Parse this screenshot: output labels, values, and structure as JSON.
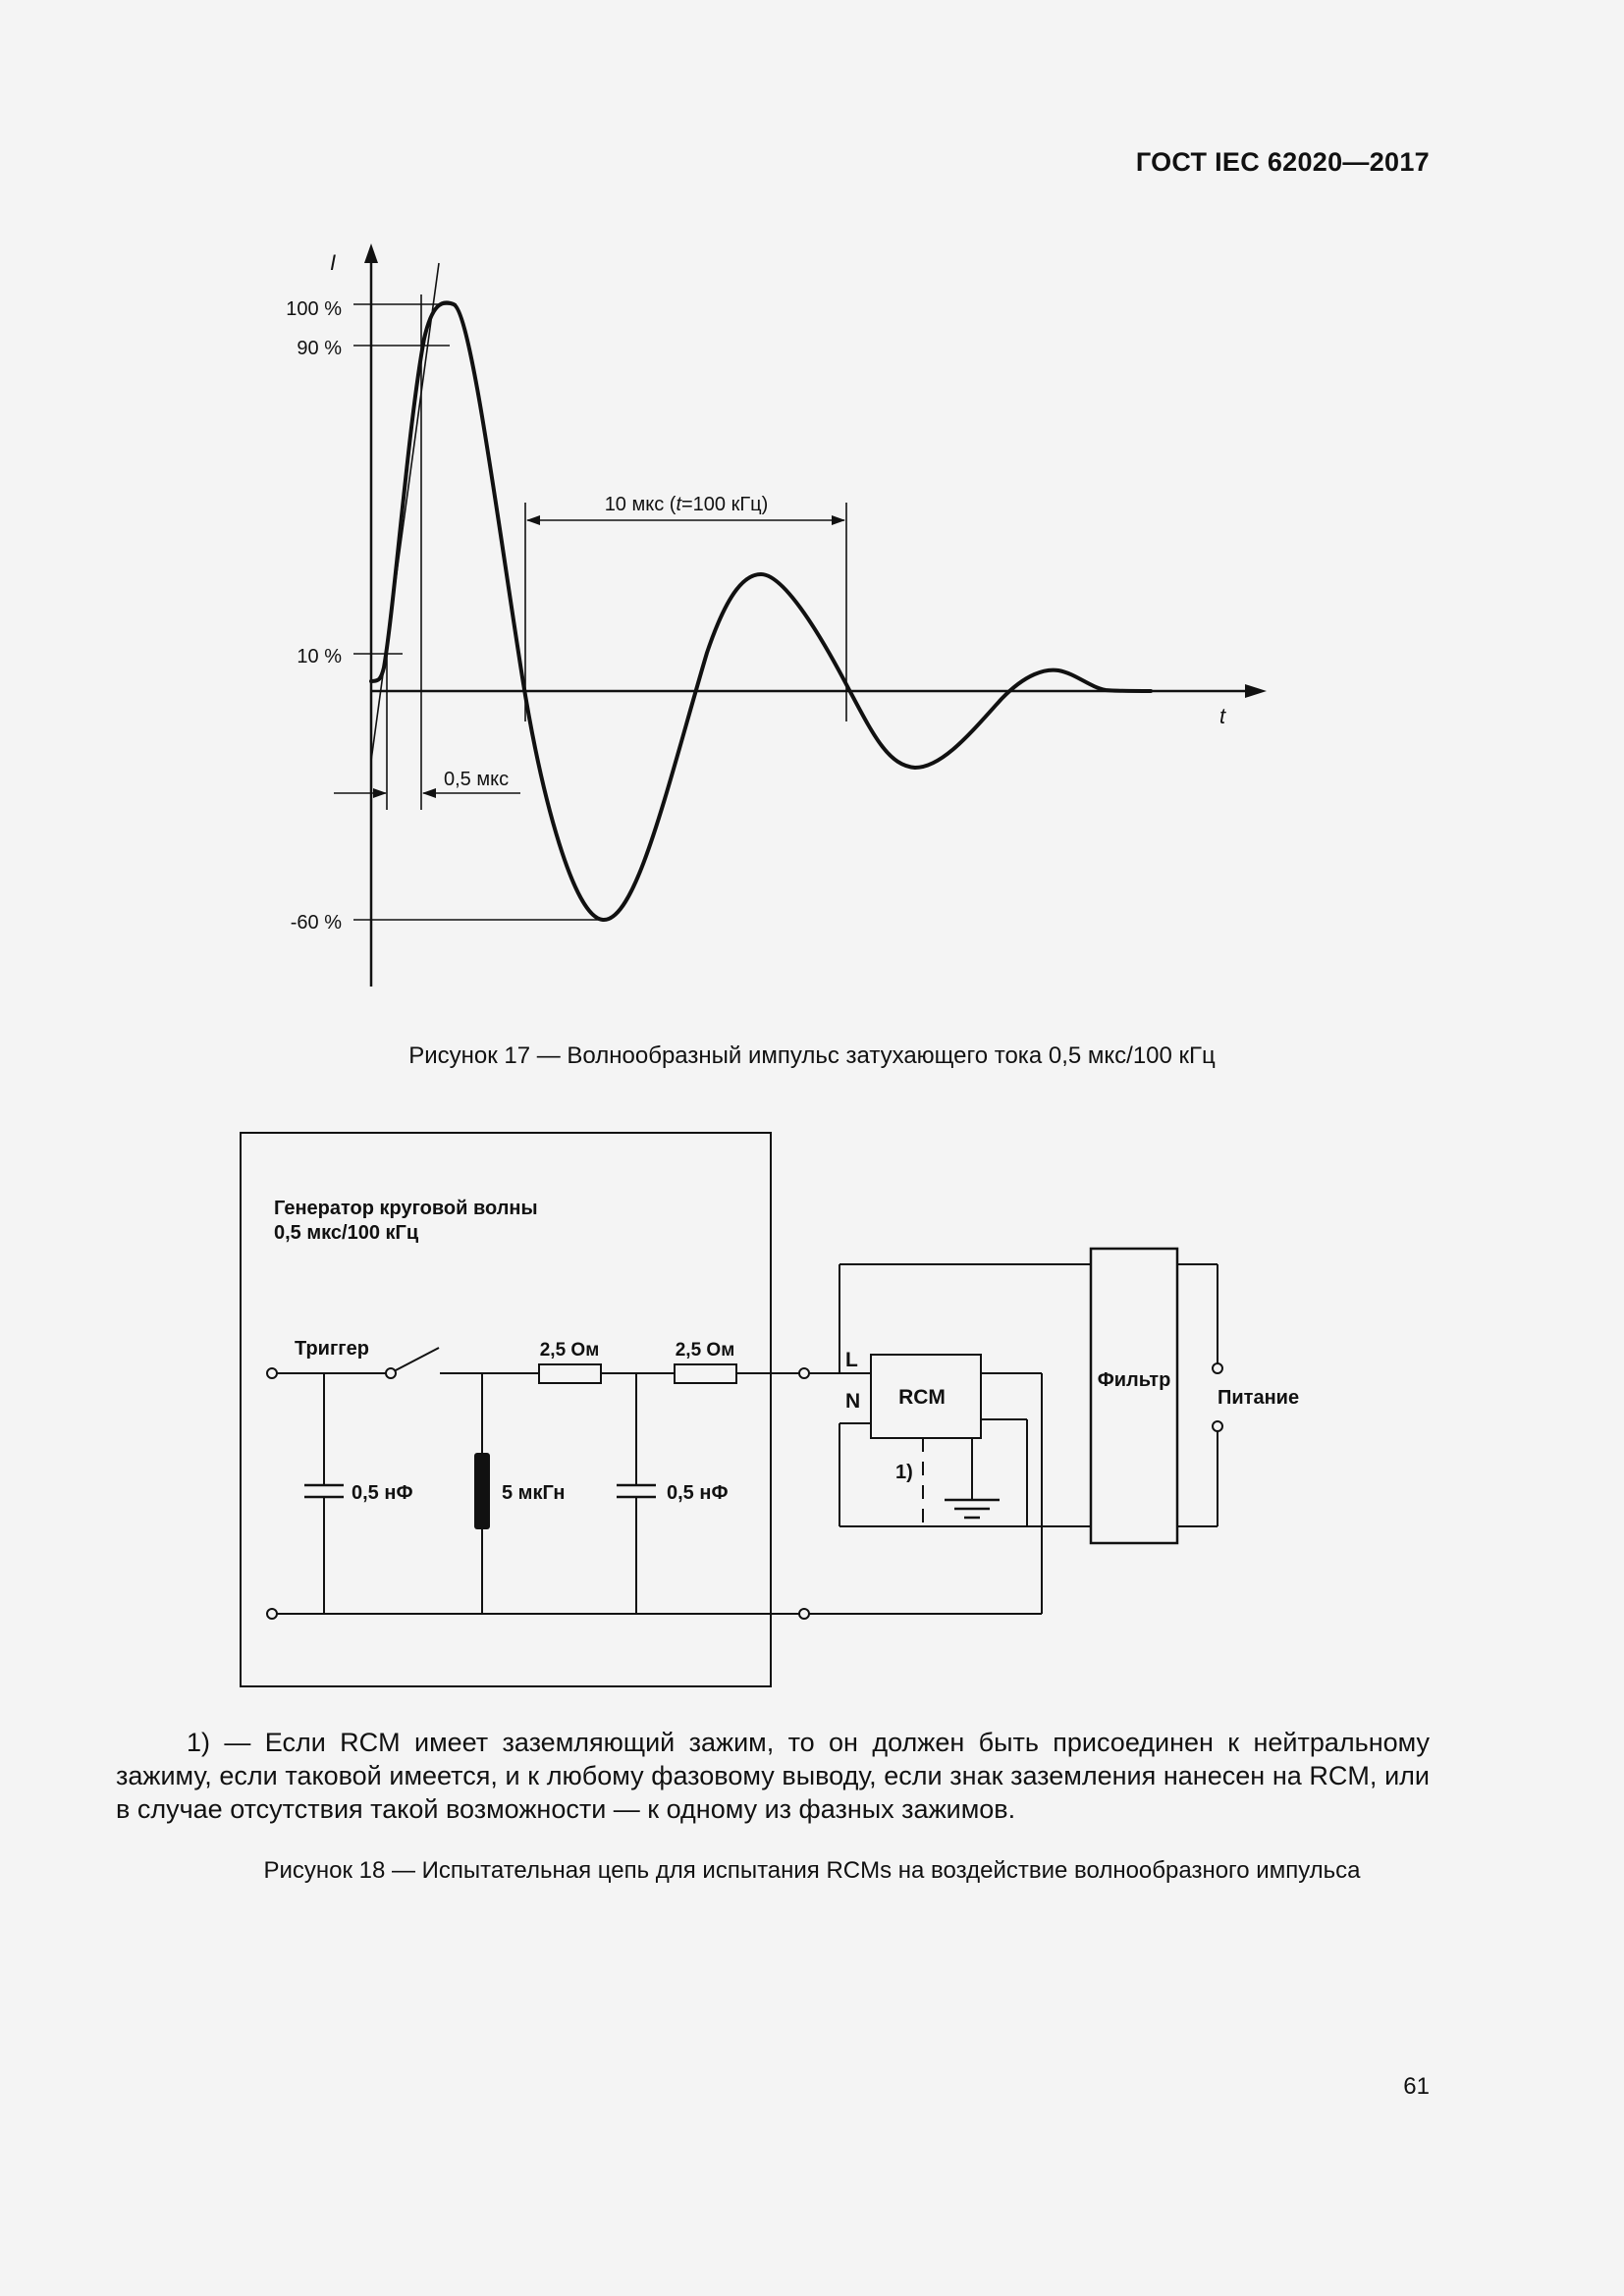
{
  "header": {
    "standard_code": "ГОСТ IEC 62020—2017"
  },
  "figure17": {
    "axis_y_label": "I",
    "axis_x_label": "t",
    "tick_labels": [
      "100 %",
      "90 %",
      "10 %",
      "-60 %"
    ],
    "period_annotation_prefix": "10 мкс (",
    "period_annotation_italic": "t",
    "period_annotation_suffix": "=100 кГц)",
    "rise_annotation": "0,5 мкс",
    "caption": "Рисунок 17 — Волнообразный импульс затухающего тока 0,5 мкс/100 кГц"
  },
  "figure18": {
    "generator_title_line1": "Генератор круговой волны",
    "generator_title_line2": "0,5 мкс/100 кГц",
    "trigger_label": "Триггер",
    "resistor1_label": "2,5 Ом",
    "resistor2_label": "2,5 Ом",
    "capacitor1_label": "0,5 нФ",
    "inductor_label": "5 мкГн",
    "capacitor2_label": "0,5 нФ",
    "terminal_L": "L",
    "terminal_N": "N",
    "rcm_label": "RCM",
    "ground_ref": "1)",
    "filter_label": "Фильтр",
    "supply_label": "Питание",
    "caption": "Рисунок 18 — Испытательная цепь для испытания RCMs на воздействие волнообразного импульса"
  },
  "footnote": "1) — Если RCM имеет заземляющий зажим, то он должен быть присоединен к нейтральному зажиму, если таковой имеется, и к любому фазовому выводу, если знак заземления нанесен на RCM, или в случае отсутствия такой возможности — к одному из фазных зажимов.",
  "page_number": "61"
}
